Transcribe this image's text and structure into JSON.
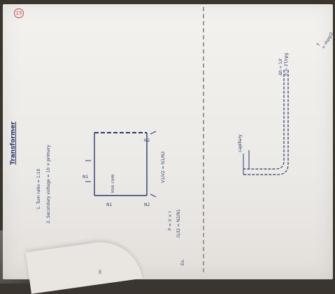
{
  "page": {
    "page_number": "15",
    "title": "Transformer",
    "lines": [
      "1. Turn ratio = 1:10",
      "2. Secondary voltage = 10 × primary"
    ]
  },
  "diagram": {
    "corner_labels": {
      "top_left": "N1",
      "top_right": "N2",
      "bottom_left": "N1",
      "bottom_right": "N2"
    },
    "center_label": "iron core",
    "equations": [
      "V1/V2 = N1/N2",
      "P = V × I",
      "I1/I2 = N2/N1"
    ],
    "bottom_note": "Ex."
  },
  "u_tube": {
    "label": "capillary"
  },
  "notes": {
    "top_right": "Δh ∝ 1/r\nh = 2T/rρg",
    "corner": "T\n= rhρg/2",
    "bottom_left": "m"
  },
  "colors": {
    "ink": "#2b3a6b",
    "page_number_ink": "#c64949",
    "paper": "#f1efec"
  }
}
